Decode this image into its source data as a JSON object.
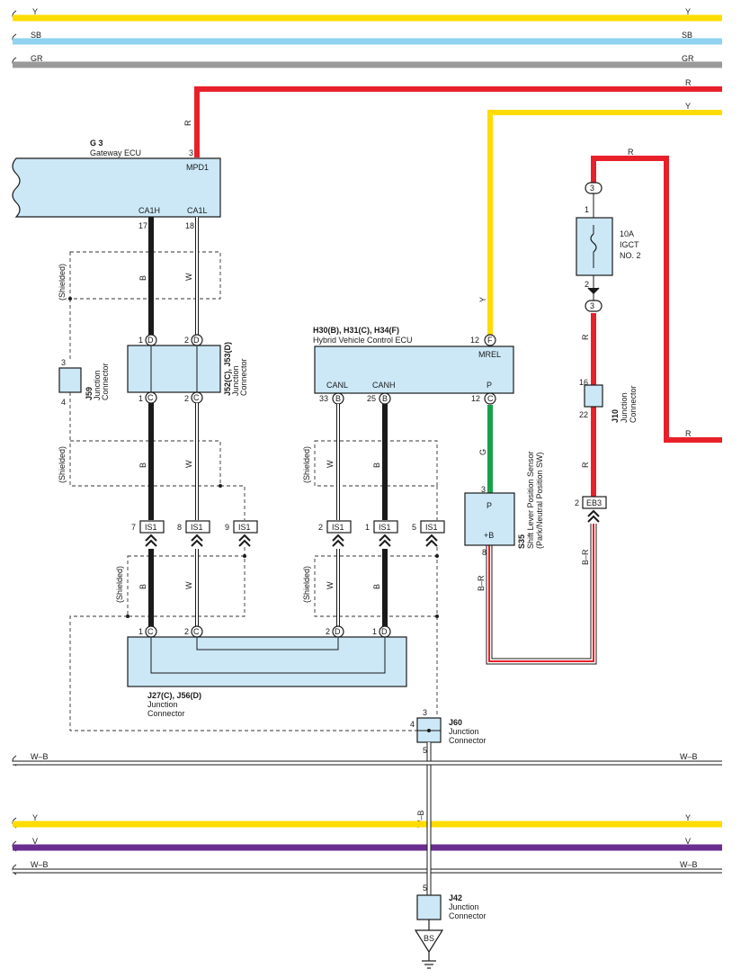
{
  "colors": {
    "yellow": "#ffdc00",
    "sky_blue": "#8fd3f0",
    "gray": "#9a9a9a",
    "red": "#e8202a",
    "green": "#1aa04a",
    "violet": "#6a2d90",
    "black": "#1a1a1a",
    "ecu_fill": "#cce8f7"
  },
  "buses": {
    "top_y": "Y",
    "top_sb": "SB",
    "top_gr": "GR",
    "right_r": "R",
    "right_y": "Y",
    "right_r_mid": "R",
    "wb_mid": "W–B",
    "bottom_y": "Y",
    "bottom_v": "V",
    "bottom_wb": "W–B"
  },
  "wire_labels": {
    "g3_r": "R",
    "ca1h": "B",
    "ca1l": "W",
    "mrel": "Y",
    "shift_p": "G",
    "fuse_r": "R",
    "j10_top_r": "R",
    "j10_bot_r": "R",
    "eb3_br": "B–R",
    "s35_br": "B–R",
    "left_b1": "B",
    "left_w1": "W",
    "left_b2": "B",
    "left_w2": "W",
    "mid_w1": "W",
    "mid_b1": "B",
    "mid_w2": "W",
    "mid_b2": "B",
    "j60_wb": "W–B"
  },
  "shielded": "(Shielded)",
  "g3": {
    "code": "G 3",
    "name": "Gateway ECU",
    "pin_top": "3",
    "term_top": "MPD1",
    "term_ca1h": "CA1H",
    "term_ca1l": "CA1L",
    "pin_ca1h": "17",
    "pin_ca1l": "18"
  },
  "j52": {
    "code": "J52(C), J53(D)",
    "name1": "Junction",
    "name2": "Connector",
    "pin_d1": "1",
    "pin_d2": "2",
    "pin_c1": "1",
    "pin_c2": "2",
    "letter_d": "D",
    "letter_c": "C"
  },
  "j59": {
    "code": "J59",
    "name1": "Junction",
    "name2": "Connector",
    "pin_top": "3",
    "pin_bot": "4"
  },
  "hv": {
    "code": "H30(B), H31(C), H34(F)",
    "name": "Hybrid Vehicle Control ECU",
    "pin_mrel": "12",
    "letter_f": "F",
    "term_mrel": "MREL",
    "term_canl": "CANL",
    "term_canh": "CANH",
    "term_p": "P",
    "pin_canl": "33",
    "pin_canh": "25",
    "pin_p": "12",
    "letter_b": "B",
    "letter_c": "C"
  },
  "is1": {
    "label": "IS1",
    "pins": [
      "7",
      "8",
      "9",
      "2",
      "1",
      "5"
    ]
  },
  "j27": {
    "code": "J27(C), J56(D)",
    "name1": "Junction",
    "name2": "Connector",
    "pin_c1": "1",
    "pin_c2": "2",
    "pin_d2": "2",
    "pin_d1": "1",
    "letter_c": "C",
    "letter_d": "D"
  },
  "j60": {
    "code": "J60",
    "name1": "Junction",
    "name2": "Connector",
    "pin_top": "3",
    "pin_left": "4",
    "pin_bot": "5"
  },
  "j42": {
    "code": "J42",
    "name1": "Junction",
    "name2": "Connector",
    "pin_top": "5",
    "ground": "BS"
  },
  "s35": {
    "code": "S35",
    "name1": "Shift Lever Position Sensor",
    "name2": "(Park/Neutral Position SW)",
    "term_p": "P",
    "term_b": "+B",
    "pin_p": "3",
    "pin_b": "8"
  },
  "fuse": {
    "amp": "10A",
    "name1": "IGCT",
    "name2": "NO. 2",
    "pin_top": "1",
    "pin_bot": "2",
    "conn": "3"
  },
  "j10": {
    "code": "J10",
    "name1": "Junction",
    "name2": "Connector",
    "pin_top": "16",
    "pin_bot": "22"
  },
  "eb3": {
    "label": "EB3",
    "pin": "2"
  }
}
